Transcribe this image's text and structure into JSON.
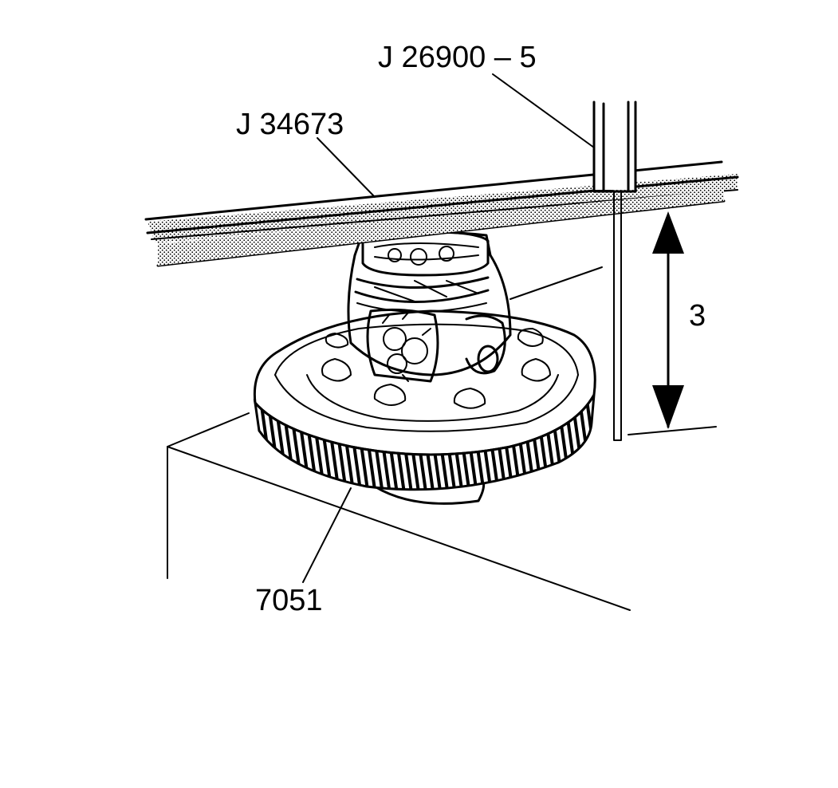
{
  "callouts": {
    "tool_depth_gauge": "J 26900 – 5",
    "tool_bar": "J 34673",
    "dimension": "3",
    "part_number": "7051"
  }
}
